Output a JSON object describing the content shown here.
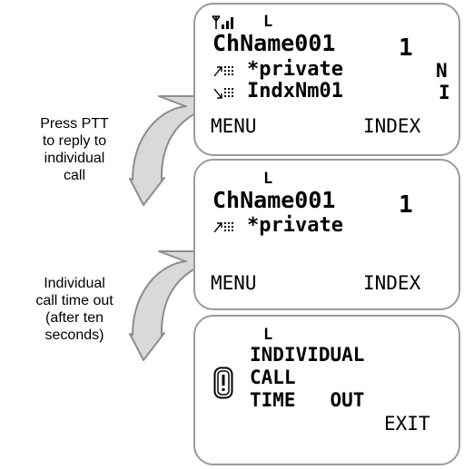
{
  "captions": {
    "step1": [
      "Press PTT",
      "to reply to",
      "individual",
      "call"
    ],
    "step2": [
      "Individual",
      "call time out",
      "(after ten",
      "seconds)"
    ]
  },
  "screen1": {
    "signal_icon": "signal-strength-icon",
    "indicator": "L",
    "channel_name": "ChName001",
    "channel_number": "1",
    "line1_icon": "outgoing-call-icon",
    "line1_text": "*private",
    "line1_flag": "N",
    "line2_icon": "incoming-call-icon",
    "line2_text": "IndxNm01",
    "line2_flag": "I",
    "softkey_left": "MENU",
    "softkey_right": "INDEX"
  },
  "screen2": {
    "indicator": "L",
    "channel_name": "ChName001",
    "channel_number": "1",
    "line1_icon": "outgoing-call-icon",
    "line1_text": "*private",
    "softkey_left": "MENU",
    "softkey_right": "INDEX"
  },
  "screen3": {
    "indicator": "L",
    "alert_icon": "alert-exclamation-icon",
    "message": [
      "INDIVIDUAL",
      "CALL",
      "TIME   OUT"
    ],
    "softkey_right": "EXIT"
  },
  "colors": {
    "arrow_fill": "#d9d9d9",
    "arrow_stroke": "#8c8c8c",
    "screen_border": "#9a9a9a"
  }
}
